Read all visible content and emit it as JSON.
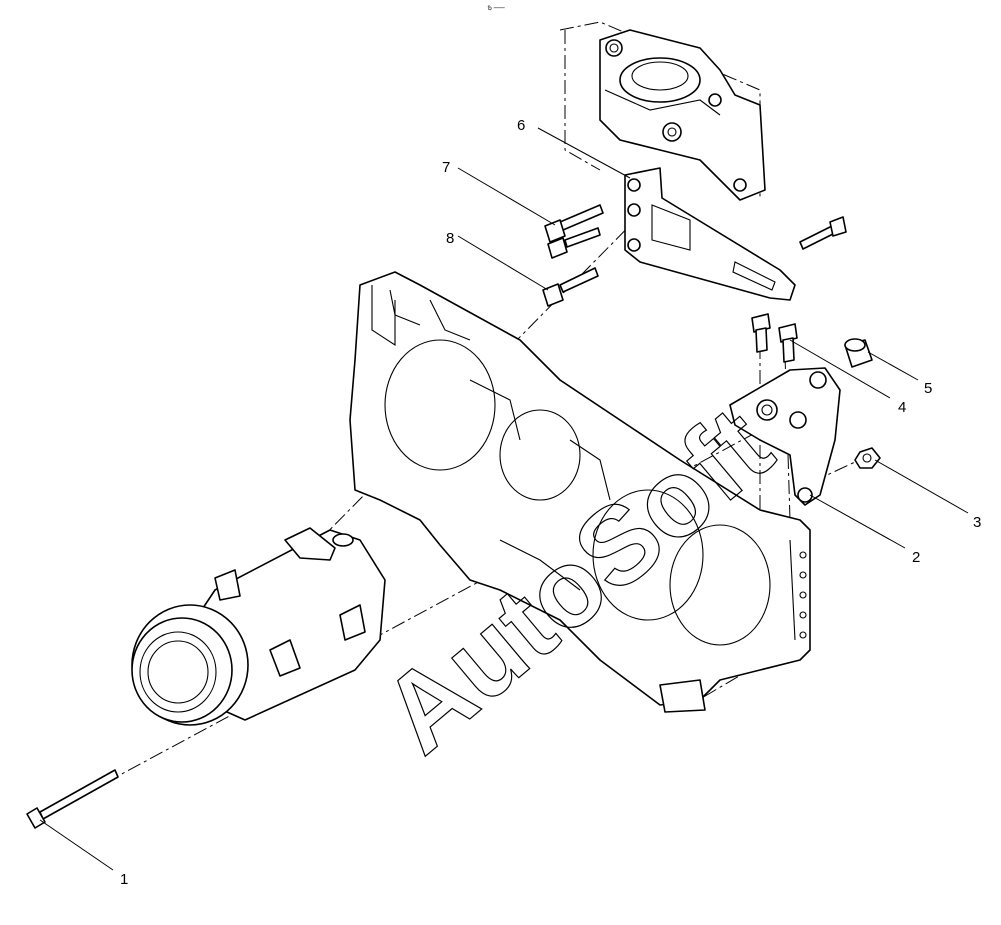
{
  "diagram": {
    "top_mark": "␢ ───",
    "watermark": "AutoSoft",
    "callouts": [
      "1",
      "2",
      "3",
      "4",
      "5",
      "6",
      "7",
      "8"
    ],
    "line_color": "#000000",
    "background": "#ffffff"
  }
}
